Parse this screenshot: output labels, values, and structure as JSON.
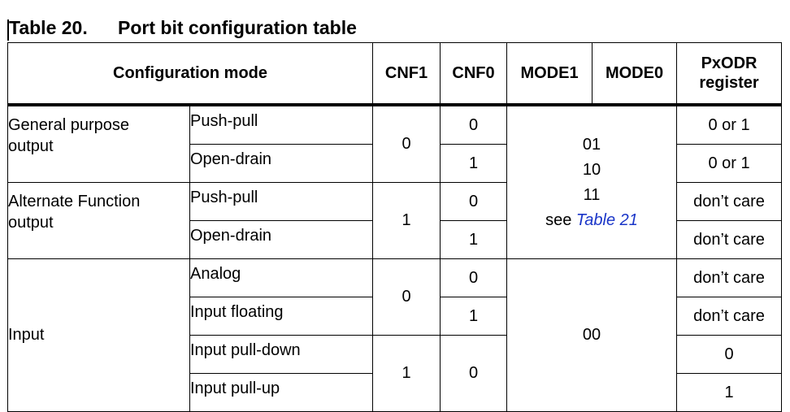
{
  "caption": {
    "number": "Table 20.",
    "title": "Port bit configuration table"
  },
  "headers": {
    "config_mode": "Configuration mode",
    "cnf1": "CNF1",
    "cnf0": "CNF0",
    "mode1": "MODE1",
    "mode0": "MODE0",
    "pxodr_line1": "PxODR",
    "pxodr_line2": "register"
  },
  "groups": {
    "gp_output": {
      "line1": "General purpose",
      "line2": "output"
    },
    "af_output": {
      "line1": "Alternate Function",
      "line2": "output"
    },
    "input": {
      "label": "Input"
    }
  },
  "rows": [
    {
      "sub": "Push-pull",
      "cnf0": "0",
      "pxodr": "0 or 1"
    },
    {
      "sub": "Open-drain",
      "cnf0": "1",
      "pxodr": "0 or 1"
    },
    {
      "sub": "Push-pull",
      "cnf0": "0",
      "pxodr": "don’t care"
    },
    {
      "sub": "Open-drain",
      "cnf0": "1",
      "pxodr": "don’t care"
    },
    {
      "sub": "Analog",
      "cnf0": "0",
      "pxodr": "don’t care"
    },
    {
      "sub": "Input floating",
      "cnf0": "1",
      "pxodr": "don’t care"
    },
    {
      "sub": "Input pull-down",
      "pxodr": "0"
    },
    {
      "sub": "Input pull-up",
      "pxodr": "1"
    }
  ],
  "cnf1_values": {
    "gp_output": "0",
    "af_output": "1",
    "input_analog_floating": "0",
    "input_pull": "1"
  },
  "cnf0_input_pull": "0",
  "mode_output": {
    "v1": "01",
    "v2": "10",
    "v3": "11",
    "see_prefix": "see ",
    "see_link": "Table 21"
  },
  "mode_input": "00",
  "colors": {
    "link": "#1a35c8",
    "text": "#000000",
    "border": "#000000"
  }
}
